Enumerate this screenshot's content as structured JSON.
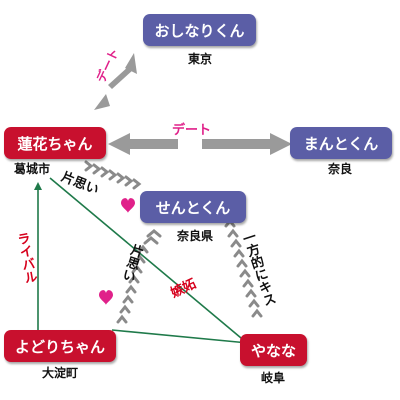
{
  "nodes": {
    "oshinari": {
      "name": "おしなりくん",
      "place": "東京",
      "color": "#5b5ea6"
    },
    "renka": {
      "name": "蓮花ちゃん",
      "place": "葛城市",
      "color": "#c8102e"
    },
    "manto": {
      "name": "まんとくん",
      "place": "奈良",
      "color": "#5b5ea6"
    },
    "sento": {
      "name": "せんとくん",
      "place": "奈良県",
      "color": "#5b5ea6"
    },
    "yodori": {
      "name": "よどりちゃん",
      "place": "大淀町",
      "color": "#c8102e"
    },
    "yanana": {
      "name": "やなな",
      "place": "岐阜",
      "color": "#c8102e"
    }
  },
  "relations": {
    "date_top": "デート",
    "date_mid": "デート",
    "kataomoi_1": "片思い",
    "kataomoi_2": "片思い",
    "rival": "ライバル",
    "jealousy": "嫉妬",
    "kiss": "一方的にキス"
  },
  "colors": {
    "blue_node": "#5b5ea6",
    "red_node": "#c8102e",
    "arrow_gray": "#9a9a9a",
    "chevron_gray": "#8a8a8a",
    "pink_label": "#e0218a",
    "red_label": "#d6001c",
    "green_line": "#1f7a4a",
    "heart": "#e0218a"
  },
  "icons": [
    "heart-icon",
    "heart-icon"
  ]
}
